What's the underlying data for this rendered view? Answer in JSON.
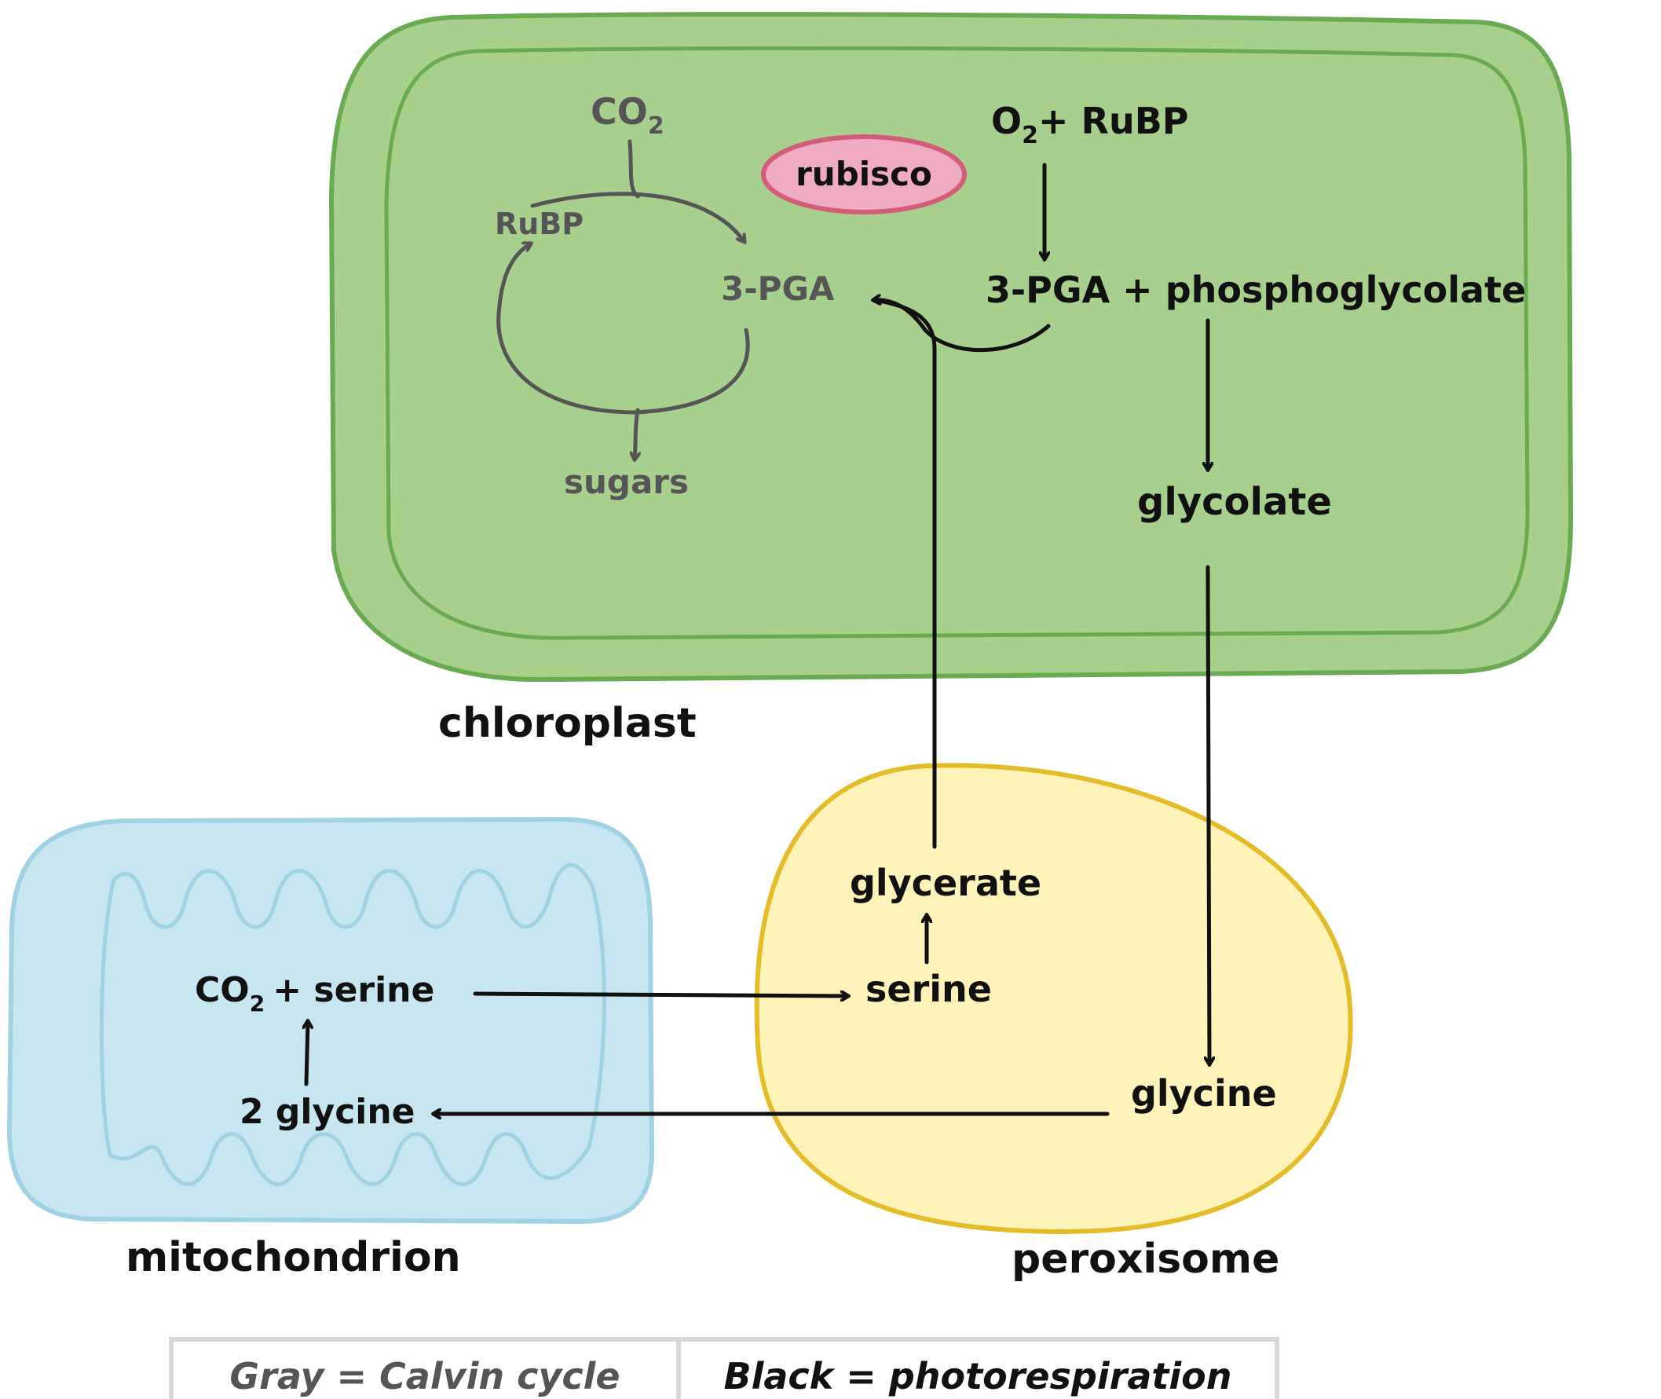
{
  "compartments": {
    "chloroplast": "chloroplast",
    "mitochondrion": "mitochondrion",
    "peroxisome": "peroxisome"
  },
  "enzyme": "rubisco",
  "calvin_cycle": {
    "co2_main": "CO",
    "co2_sub": "2",
    "rubp": "RuBP",
    "pga": "3-PGA",
    "sugars": "sugars"
  },
  "photorespiration": {
    "o2_main": "O",
    "o2_sub": "2",
    "o2_rest": "+ RuBP",
    "products": "3-PGA + phosphoglycolate",
    "glycolate": "glycolate",
    "glycine_perox": "glycine",
    "two_glycine": "2 glycine",
    "mito_co2_main": "CO",
    "mito_co2_sub": "2",
    "mito_serine_rest": "+ serine",
    "serine_perox": "serine",
    "glycerate": "glycerate"
  },
  "legend": {
    "gray": "Gray = Calvin cycle",
    "black": "Black = photorespiration"
  },
  "colors": {
    "chloroplast_fill": "#a8d08d",
    "chloroplast_stroke": "#6aaa50",
    "mito_fill": "#c6e7f1",
    "mito_stroke": "#9fd3e3",
    "perox_fill": "#fdf3b9",
    "perox_stroke": "#e3bc27",
    "rubisco_fill": "#eeabc2",
    "rubisco_stroke": "#d35d79",
    "calvin": "#555555",
    "photorespiration": "#111111"
  }
}
